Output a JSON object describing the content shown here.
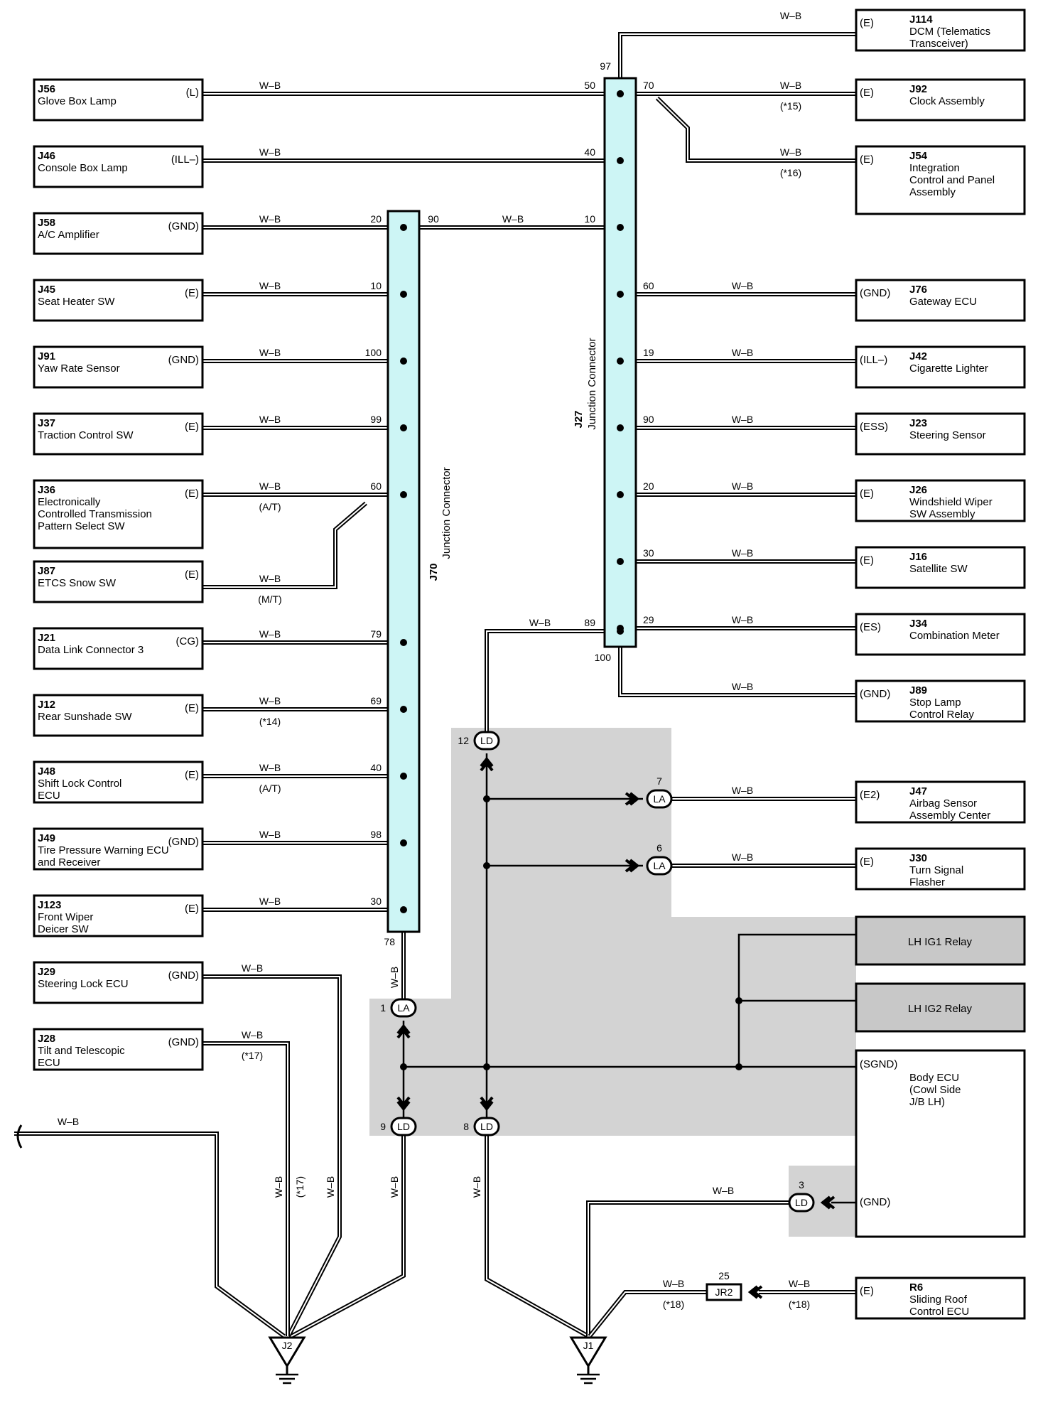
{
  "wire_color": "W–B",
  "left_components": [
    {
      "id": "J56",
      "name": [
        "Glove Box Lamp"
      ],
      "pin": "(L)",
      "term": "50",
      "target": "J27"
    },
    {
      "id": "J46",
      "name": [
        "Console Box Lamp"
      ],
      "pin": "(ILL–)",
      "term": "40",
      "target": "J27"
    },
    {
      "id": "J58",
      "name": [
        "A/C Amplifier"
      ],
      "pin": "(GND)",
      "term": "20",
      "target": "J70"
    },
    {
      "id": "J45",
      "name": [
        "Seat Heater SW"
      ],
      "pin": "(E)",
      "term": "10",
      "target": "J70"
    },
    {
      "id": "J91",
      "name": [
        "Yaw Rate Sensor"
      ],
      "pin": "(GND)",
      "term": "100",
      "target": "J70"
    },
    {
      "id": "J37",
      "name": [
        "Traction Control SW"
      ],
      "pin": "(E)",
      "term": "99",
      "target": "J70"
    },
    {
      "id": "J36",
      "name": [
        "Electronically",
        "Controlled Transmission",
        "Pattern Select SW"
      ],
      "pin": "(E)",
      "term": "60",
      "note": "(A/T)",
      "target": "J70"
    },
    {
      "id": "J87",
      "name": [
        "ETCS Snow SW"
      ],
      "pin": "(E)",
      "term": "",
      "note": "(M/T)",
      "target": "J70"
    },
    {
      "id": "J21",
      "name": [
        "Data Link Connector 3"
      ],
      "pin": "(CG)",
      "term": "79",
      "target": "J70"
    },
    {
      "id": "J12",
      "name": [
        "Rear Sunshade SW"
      ],
      "pin": "(E)",
      "term": "69",
      "note": "(*14)",
      "target": "J70"
    },
    {
      "id": "J48",
      "name": [
        "Shift Lock Control",
        "ECU"
      ],
      "pin": "(E)",
      "term": "40",
      "note": "(A/T)",
      "target": "J70"
    },
    {
      "id": "J49",
      "name": [
        "Tire Pressure Warning ECU",
        "and Receiver"
      ],
      "pin": "(GND)",
      "term": "98",
      "target": "J70"
    },
    {
      "id": "J123",
      "name": [
        "Front Wiper",
        "Deicer SW"
      ],
      "pin": "(E)",
      "term": "30",
      "target": "J70"
    },
    {
      "id": "J29",
      "name": [
        "Steering Lock ECU"
      ],
      "pin": "(GND)",
      "term": "",
      "target": "J2"
    },
    {
      "id": "J28",
      "name": [
        "Tilt and Telescopic",
        "ECU"
      ],
      "pin": "(GND)",
      "term": "",
      "note": "(*17)",
      "target": "J2"
    }
  ],
  "right_components": [
    {
      "id": "J114",
      "name": [
        "DCM (Telematics",
        "Transceiver)"
      ],
      "pin": "(E)",
      "term": "97"
    },
    {
      "id": "J92",
      "name": [
        "Clock Assembly"
      ],
      "pin": "(E)",
      "term": "70",
      "note": "(*15)"
    },
    {
      "id": "J54",
      "name": [
        "Integration",
        "Control and Panel",
        "Assembly"
      ],
      "pin": "(E)",
      "term": "",
      "note": "(*16)"
    },
    {
      "id": "J76",
      "name": [
        "Gateway ECU"
      ],
      "pin": "(GND)",
      "term": "60"
    },
    {
      "id": "J42",
      "name": [
        "Cigarette Lighter"
      ],
      "pin": "(ILL–)",
      "term": "19"
    },
    {
      "id": "J23",
      "name": [
        "Steering Sensor"
      ],
      "pin": "(ESS)",
      "term": "90"
    },
    {
      "id": "J26",
      "name": [
        "Windshield Wiper",
        "SW Assembly"
      ],
      "pin": "(E)",
      "term": "20"
    },
    {
      "id": "J16",
      "name": [
        "Satellite SW"
      ],
      "pin": "(E)",
      "term": "30"
    },
    {
      "id": "J34",
      "name": [
        "Combination Meter"
      ],
      "pin": "(ES)",
      "term": "29"
    },
    {
      "id": "J89",
      "name": [
        "Stop Lamp",
        "Control Relay"
      ],
      "pin": "(GND)",
      "term": "100"
    },
    {
      "id": "J47",
      "name": [
        "Airbag Sensor",
        "Assembly Center"
      ],
      "pin": "(E2)"
    },
    {
      "id": "J30",
      "name": [
        "Turn Signal",
        "Flasher"
      ],
      "pin": "(E)"
    },
    {
      "id": "R6",
      "name": [
        "Sliding Roof",
        "Control ECU"
      ],
      "pin": "(E)",
      "note": "(*18)"
    }
  ],
  "relays": [
    "LH IG1 Relay",
    "LH IG2 Relay"
  ],
  "body_ecu": {
    "name": [
      "Body ECU",
      "(Cowl Side",
      "J/B LH)"
    ],
    "pin1": "(SGND)",
    "pin2": "(GND)"
  },
  "junction_connectors": [
    {
      "id": "J70",
      "name": "Junction Connector",
      "out_terms": [
        "90",
        "78"
      ]
    },
    {
      "id": "J27",
      "name": "Junction Connector",
      "out_terms": [
        "10",
        "89"
      ]
    }
  ],
  "connectors": [
    {
      "type": "LD",
      "pin": "12"
    },
    {
      "type": "LA",
      "pin": "7"
    },
    {
      "type": "LA",
      "pin": "6"
    },
    {
      "type": "LA",
      "pin": "1"
    },
    {
      "type": "LD",
      "pin": "9"
    },
    {
      "type": "LD",
      "pin": "8"
    },
    {
      "type": "LD",
      "pin": "3"
    },
    {
      "type": "JR2",
      "pin": "25"
    }
  ],
  "grounds": [
    "J2",
    "J1"
  ]
}
